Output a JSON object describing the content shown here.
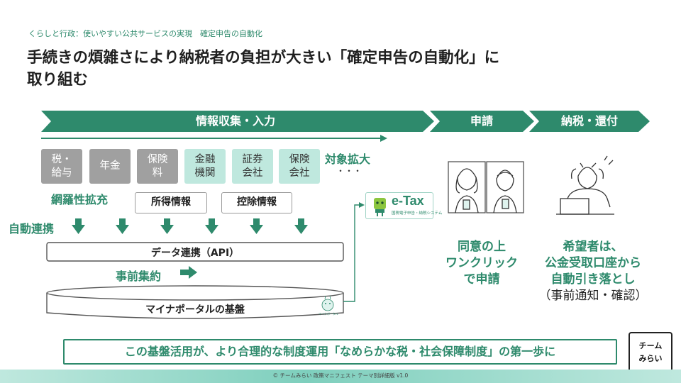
{
  "breadcrumb": "くらしと行政：使いやすい公共サービスの実現　確定申告の自動化",
  "title_line1": "手続きの煩雑さにより納税者の負担が大きい「確定申告の自動化」に",
  "title_line2": "取り組む",
  "phases": [
    "情報収集・入力",
    "申請",
    "納税・還付"
  ],
  "categories": [
    {
      "line1": "税・",
      "line2": "給与",
      "style": "grey"
    },
    {
      "line1": "年金",
      "line2": "",
      "style": "grey"
    },
    {
      "line1": "保険",
      "line2": "料",
      "style": "grey"
    },
    {
      "line1": "金融",
      "line2": "機関",
      "style": "teal"
    },
    {
      "line1": "証券",
      "line2": "会社",
      "style": "teal"
    },
    {
      "line1": "保険",
      "line2": "会社",
      "style": "teal"
    }
  ],
  "expand_label": "対象拡大",
  "expand_dots": "・・・",
  "coverage_label": "網羅性拡充",
  "notes": [
    "所得情報",
    "控除情報"
  ],
  "auto_link_label": "自動連携",
  "api_bar": "データ連携（API）",
  "pre_aggregate_label": "事前集約",
  "base_label": "マイナポータルの基盤",
  "mynaportal_caption": "マイナポータル",
  "etax": {
    "name": "e-Tax",
    "subtitle": "国税電子申告・納税システム"
  },
  "apply_text": [
    "同意の上",
    "ワンクリック",
    "で申請"
  ],
  "payment_text": [
    "希望者は、",
    "公金受取口座から",
    "自動引き落とし"
  ],
  "payment_note": "（事前通知・確認）",
  "banner": "この基盤活用が、より合理的な制度運用「なめらかな税・社会保障制度」の第一歩に",
  "logo_line1": "チーム",
  "logo_line2": "みらい",
  "footer": "© チームみらい 政策マニフェスト テーマ別詳細版 v1.0",
  "colors": {
    "brand": "#2e8a6c",
    "brand_light": "#bfe8de",
    "grey_box": "#a0a0a0"
  }
}
